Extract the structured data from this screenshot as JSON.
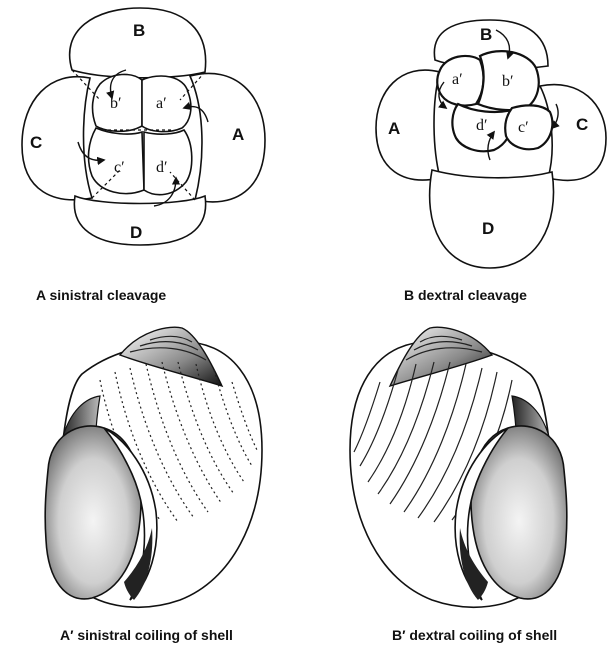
{
  "panels": {
    "sinistral_cleavage": {
      "caption": "A sinistral cleavage",
      "macromeres": {
        "B": "B",
        "C": "C",
        "A": "A",
        "D": "D"
      },
      "micromeres": {
        "b": "b′",
        "a": "a′",
        "c": "c′",
        "d": "d′"
      }
    },
    "dextral_cleavage": {
      "caption": "B dextral cleavage",
      "macromeres": {
        "B": "B",
        "A": "A",
        "C": "C",
        "D": "D"
      },
      "micromeres": {
        "a": "a′",
        "b": "b′",
        "d": "d′",
        "c": "c′"
      }
    },
    "sinistral_shell": {
      "caption": "A′ sinistral coiling of shell"
    },
    "dextral_shell": {
      "caption": "B′ dextral coiling of shell"
    }
  },
  "colors": {
    "ink": "#111111",
    "background": "#ffffff",
    "shadow": "#9a9a9a"
  }
}
